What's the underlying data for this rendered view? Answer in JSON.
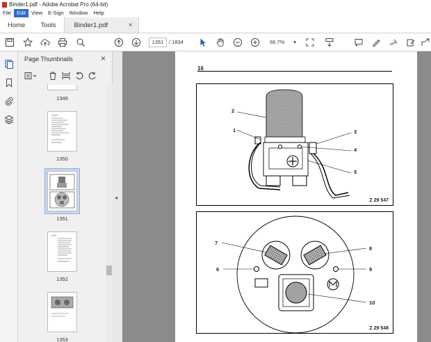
{
  "window": {
    "title": "Binder1.pdf - Adobe Acrobat Pro (64-bit)"
  },
  "menu": {
    "items": [
      "File",
      "Edit",
      "View",
      "E-Sign",
      "Window",
      "Help"
    ],
    "active": "Edit"
  },
  "tabs": {
    "home": "Home",
    "tools": "Tools",
    "document": "Binder1.pdf",
    "close": "×"
  },
  "toolbar": {
    "current_page": "1351",
    "total_pages": "/  1834",
    "zoom": "66.7%",
    "zoom_caret": "▾"
  },
  "panel": {
    "title": "Page Thumbnails",
    "close": "×",
    "thumbnails": [
      {
        "label": "1349",
        "selected": false
      },
      {
        "label": "1350",
        "selected": false
      },
      {
        "label": "1351",
        "selected": true
      },
      {
        "label": "1352",
        "selected": false
      },
      {
        "label": "1353",
        "selected": false
      }
    ]
  },
  "document_page": {
    "page_number": "16",
    "figure1": {
      "id": "Z 29 547",
      "callouts": [
        "1",
        "2",
        "3",
        "4",
        "5"
      ]
    },
    "figure2": {
      "id": "Z 29 548",
      "callouts": [
        "6",
        "7",
        "8",
        "9",
        "10"
      ]
    }
  },
  "colors": {
    "accent": "#2a6ad8",
    "viewer_bg": "#8b8b8b",
    "selection": "#c7d9ee"
  }
}
